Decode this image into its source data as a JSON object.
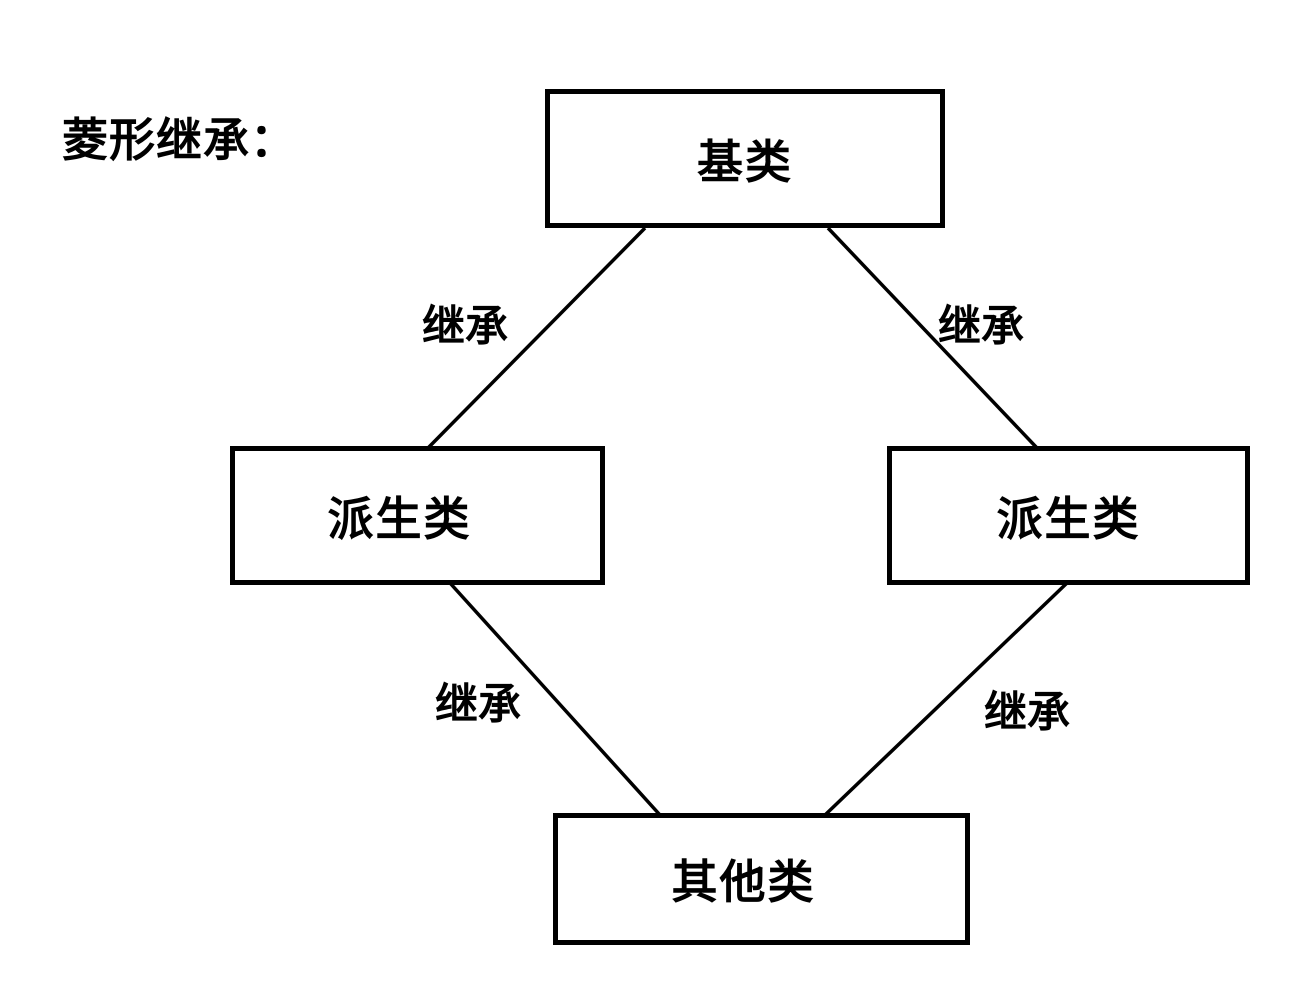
{
  "title": "菱形继承：",
  "diagram": {
    "nodes": {
      "base": {
        "label": "基类"
      },
      "derived_left": {
        "label": "派生类"
      },
      "derived_right": {
        "label": "派生类"
      },
      "other": {
        "label": "其他类"
      }
    },
    "edge_labels": {
      "top_left": "继承",
      "top_right": "继承",
      "bottom_left": "继承",
      "bottom_right": "继承"
    }
  },
  "colors": {
    "background": "#ffffff",
    "line": "#000000",
    "text": "#000000"
  }
}
